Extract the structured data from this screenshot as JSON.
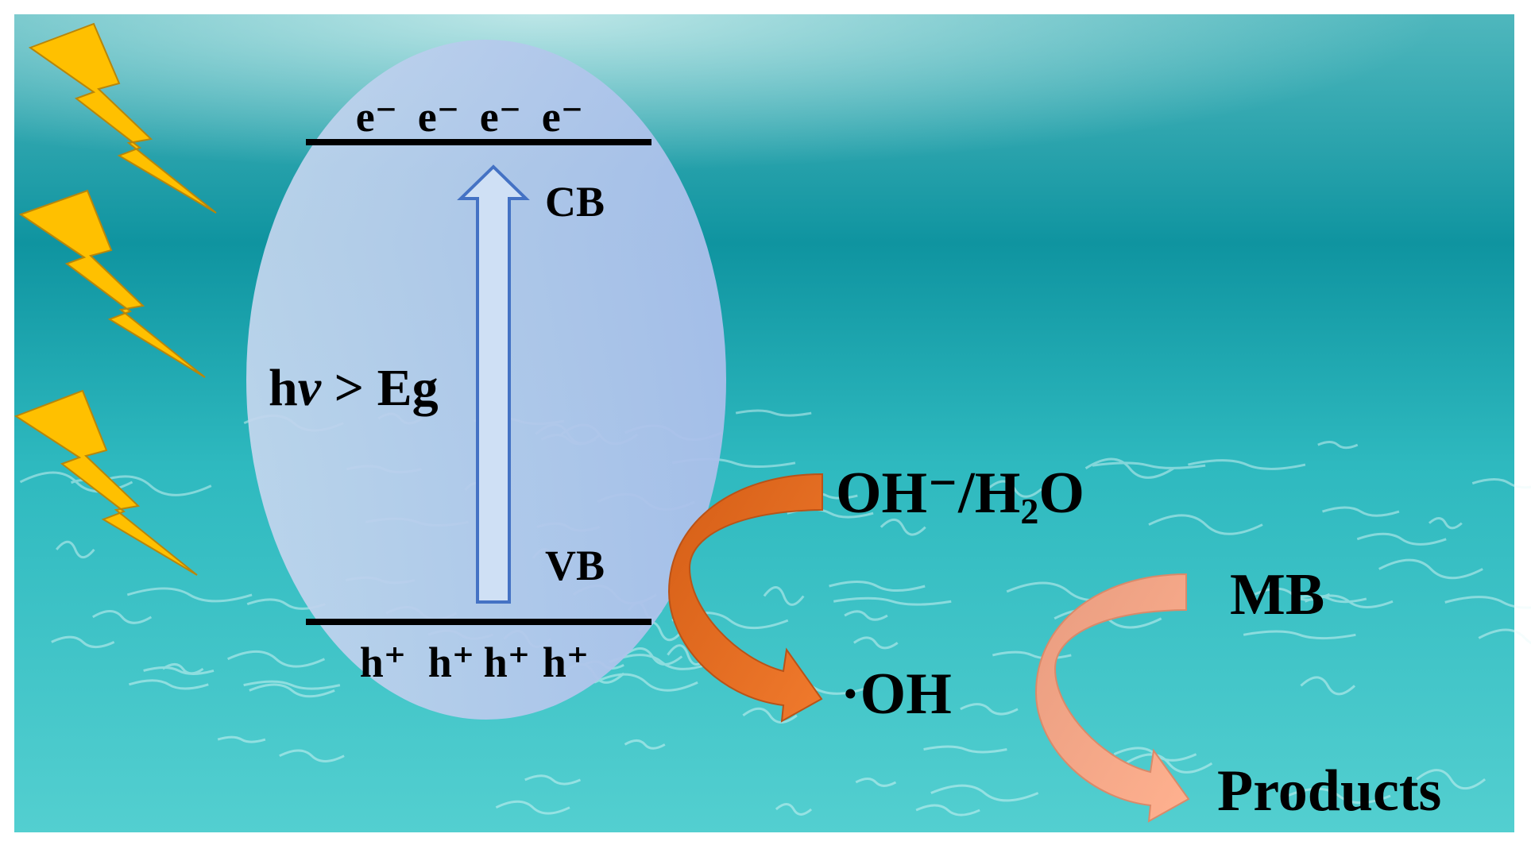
{
  "electrons": [
    "e⁻",
    "e⁻",
    "e⁻",
    "e⁻"
  ],
  "holes": [
    "h⁺",
    "h⁺",
    "h⁺",
    "h⁺"
  ],
  "band_labels": {
    "cb": "CB",
    "vb": "VB"
  },
  "excitation": {
    "h": "h",
    "nu": "ν",
    "op": " > ",
    "eg": "Eg"
  },
  "oxidation": {
    "reactant_prefix": "OH⁻/H",
    "reactant_sub": "2",
    "reactant_suffix": "O",
    "product": "·OH"
  },
  "degradation": {
    "reactant": "MB",
    "product": "Products"
  },
  "colors": {
    "water_deep": "#0e8a93",
    "water_light": "#5fd8d8",
    "ellipse_fill": "#b8c8ec",
    "bolt": "#ffc000",
    "arrow_oxidation": "#e8722a",
    "arrow_degradation": "#f6a78a",
    "excitation_arrow": "#4472c4"
  },
  "icons": [
    "lightning-bolt-icon",
    "curved-arrow-icon",
    "up-arrow-icon"
  ]
}
